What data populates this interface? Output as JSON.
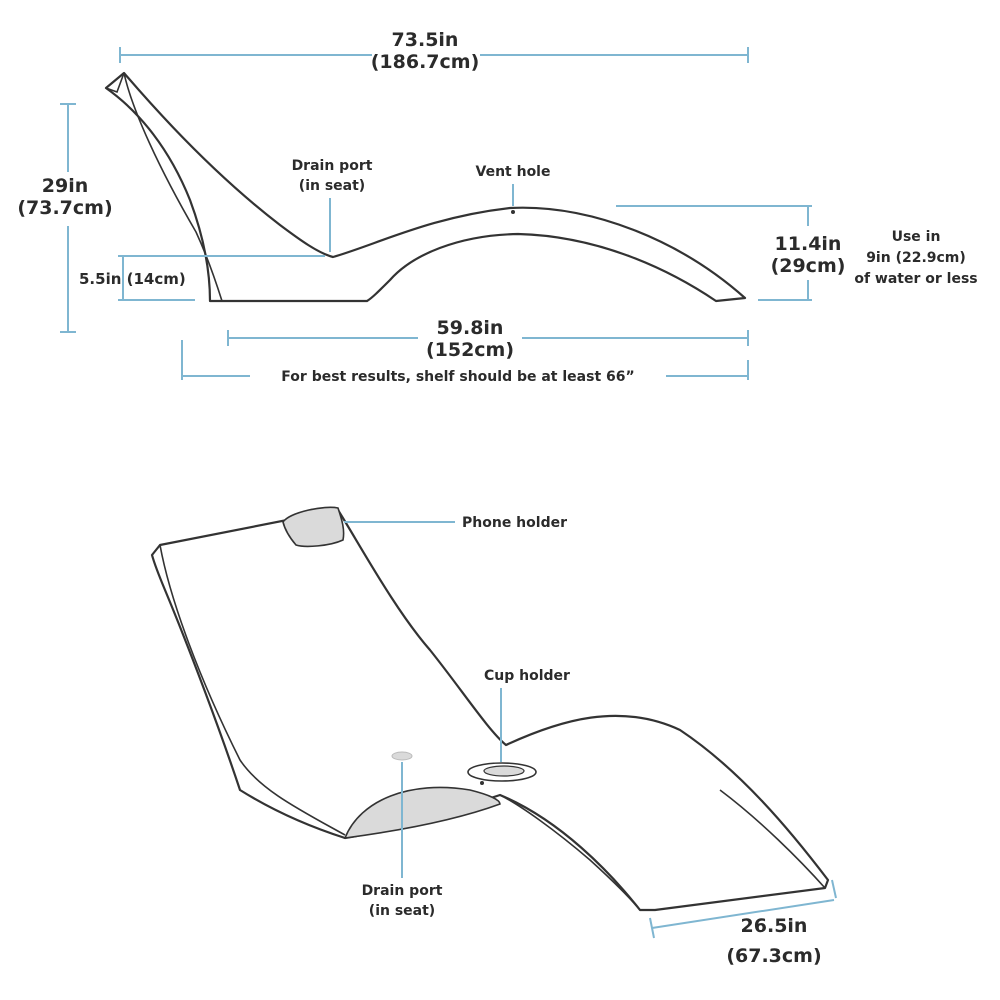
{
  "side_view": {
    "overall_length": {
      "line1": "73.5in",
      "line2": "(186.7cm)"
    },
    "height": {
      "line1": "29in",
      "line2": "(73.7cm)"
    },
    "seat_height": {
      "text": "5.5in (14cm)"
    },
    "drain_port": {
      "line1": "Drain port",
      "line2": "(in seat)"
    },
    "vent_hole": {
      "text": "Vent hole"
    },
    "leg_height": {
      "line1": "11.4in",
      "line2": "(29cm)"
    },
    "water_note": {
      "line1": "Use in",
      "line2": "9in (22.9cm)",
      "line3": "of water or less"
    },
    "base_length": {
      "line1": "59.8in",
      "line2": "(152cm)"
    },
    "shelf_note": {
      "text": "For best results, shelf should be at least 66”"
    }
  },
  "perspective_view": {
    "phone_holder": {
      "text": "Phone holder"
    },
    "cup_holder": {
      "text": "Cup holder"
    },
    "drain_port": {
      "line1": "Drain port",
      "line2": "(in seat)"
    },
    "width": {
      "line1": "26.5in",
      "line2": "(67.3cm)"
    }
  }
}
